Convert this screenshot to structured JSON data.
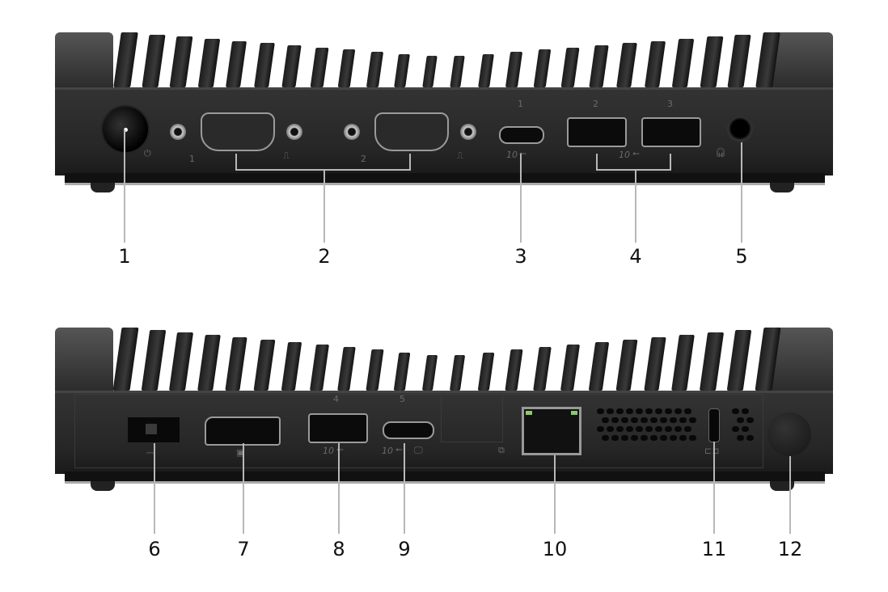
{
  "top_view": {
    "callouts": [
      "1",
      "2",
      "3",
      "4",
      "5"
    ],
    "port_labels": {
      "serial_1": "1",
      "serial_2": "2",
      "usb_c_1": "1",
      "usb_a_2": "2",
      "usb_a_3": "3",
      "usb_speed": "10"
    }
  },
  "bottom_view": {
    "callouts": [
      "6",
      "7",
      "8",
      "9",
      "10",
      "11",
      "12"
    ],
    "port_labels": {
      "usb_a_4": "4",
      "usb_c_5": "5",
      "usb_speed": "10"
    }
  }
}
